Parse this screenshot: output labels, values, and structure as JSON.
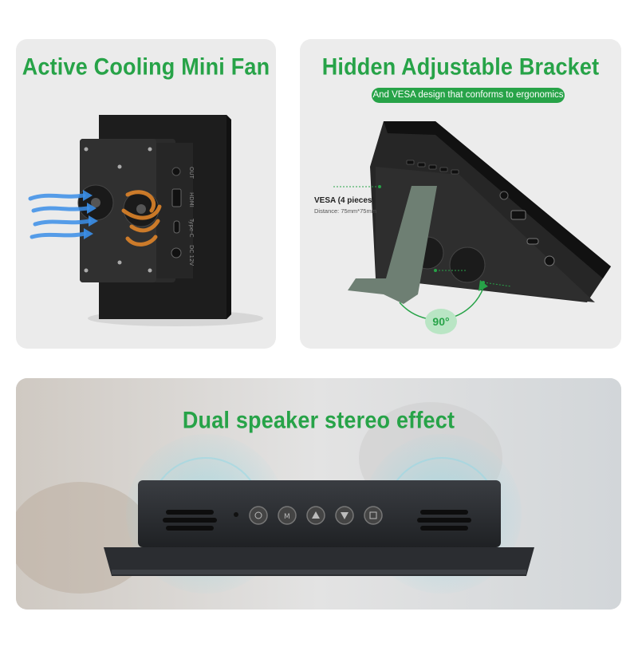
{
  "panels": {
    "fan": {
      "title": "Active Cooling Mini Fan"
    },
    "bracket": {
      "title": "Hidden Adjustable Bracket",
      "subtitle": "And VESA design that conforms to ergonomics",
      "vesa_label": "VESA (4 pieces)",
      "vesa_distance": "Distance: 75mm*75mm",
      "angle": "90°"
    },
    "speaker": {
      "title": "Dual speaker stereo effect"
    }
  },
  "colors": {
    "accent": "#27a348",
    "cool_air": "#3b8fe8",
    "hot_air": "#e8892a",
    "device": "#2a2a2a"
  },
  "icons": [
    "fan-icon",
    "hdmi-port-icon",
    "usb-c-port-icon",
    "dc-port-icon",
    "power-button-icon",
    "menu-button-icon",
    "up-button-icon",
    "down-button-icon",
    "exit-button-icon",
    "speaker-grille-icon"
  ]
}
